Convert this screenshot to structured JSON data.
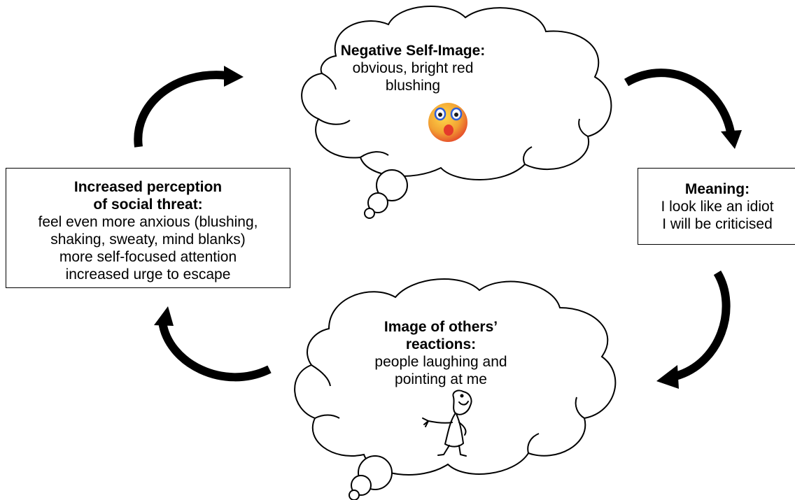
{
  "diagram": {
    "top_node": {
      "title": "Negative Self-Image:",
      "lines": [
        "obvious, bright red",
        "blushing"
      ],
      "icon": "blushing-face-icon"
    },
    "right_node": {
      "title": "Meaning:",
      "lines": [
        "I look like an idiot",
        "I will be criticised"
      ]
    },
    "bottom_node": {
      "title_lines": [
        "Image of others’",
        "reactions:"
      ],
      "lines": [
        "people laughing and",
        "pointing at me"
      ],
      "icon": "pointing-laughing-figure-icon"
    },
    "left_node": {
      "title_lines": [
        "Increased perception",
        "of social threat:"
      ],
      "lines": [
        "feel even more anxious (blushing,",
        "shaking, sweaty, mind blanks)",
        "more self-focused attention",
        "increased urge to escape"
      ]
    },
    "arrows": [
      "arrow-top-to-right",
      "arrow-right-to-bottom",
      "arrow-bottom-to-left",
      "arrow-left-to-top"
    ],
    "colors": {
      "stroke": "#000000",
      "face_fill": "#f2a233",
      "face_cheek": "#e53a2a",
      "eye_blue": "#2f5fd8"
    }
  }
}
